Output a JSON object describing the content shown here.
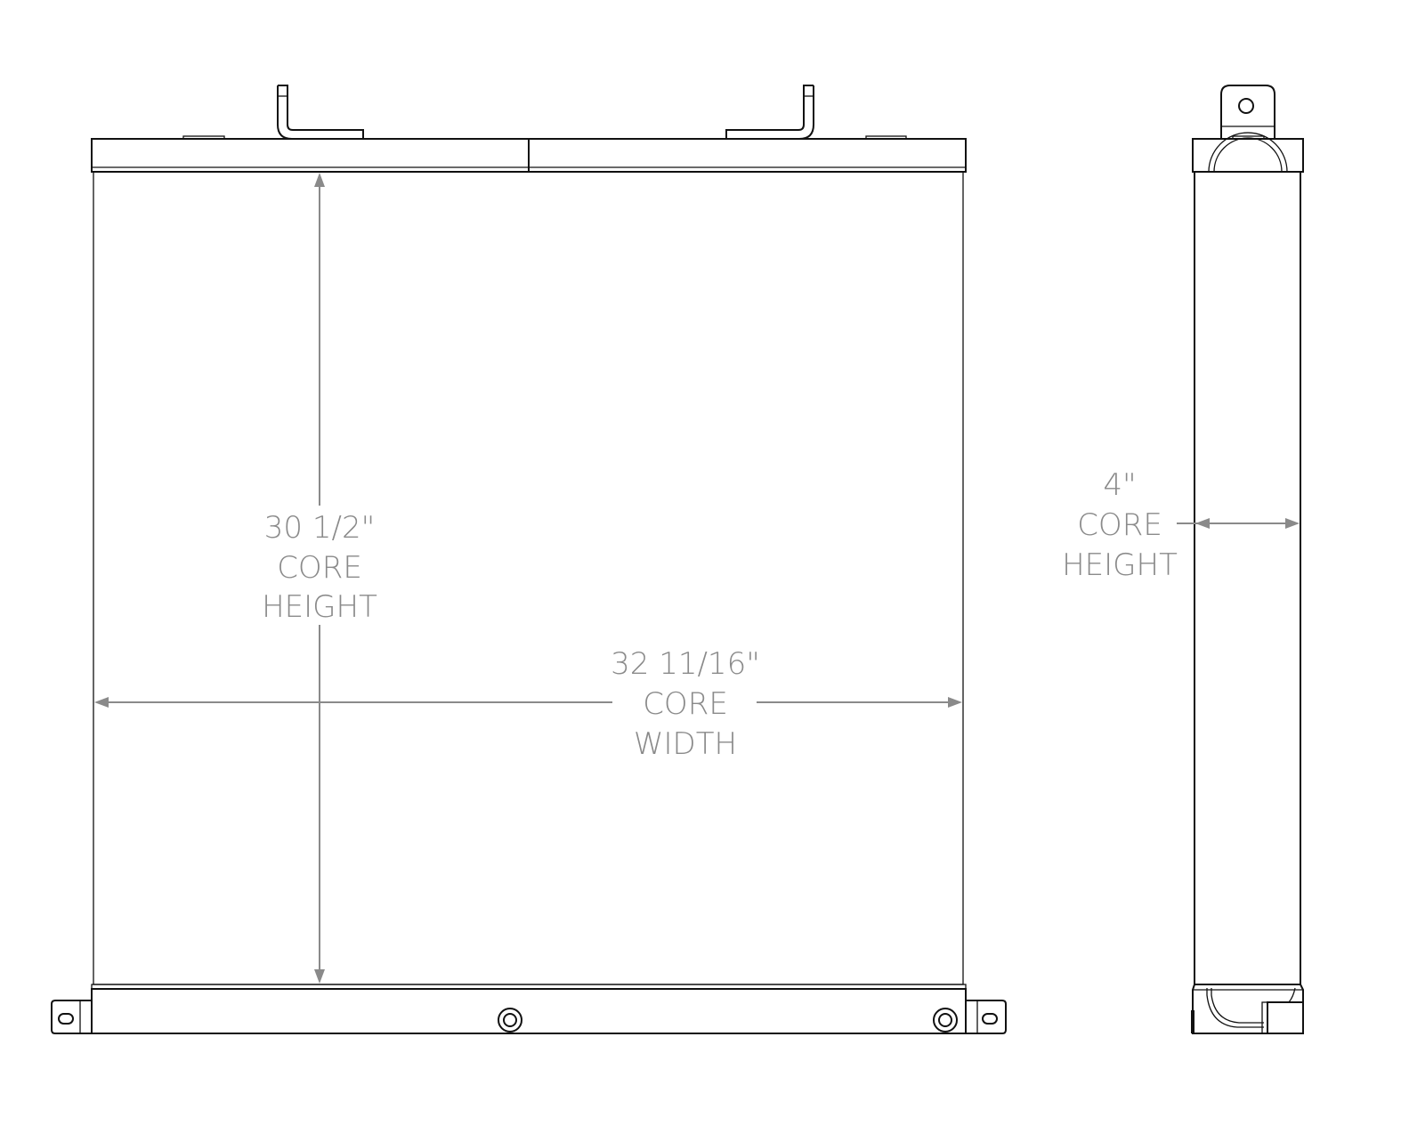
{
  "front_view": {
    "height_dimension": {
      "value": "30 1/2\"",
      "line1": "CORE",
      "line2": "HEIGHT"
    },
    "width_dimension": {
      "value": "32 11/16\"",
      "line1": "CORE",
      "line2": "WIDTH"
    }
  },
  "side_view": {
    "depth_dimension": {
      "value": "4\"",
      "line1": "CORE",
      "line2": "HEIGHT"
    }
  },
  "colors": {
    "outline": "#111111",
    "dimension": "#8a8a8a"
  }
}
